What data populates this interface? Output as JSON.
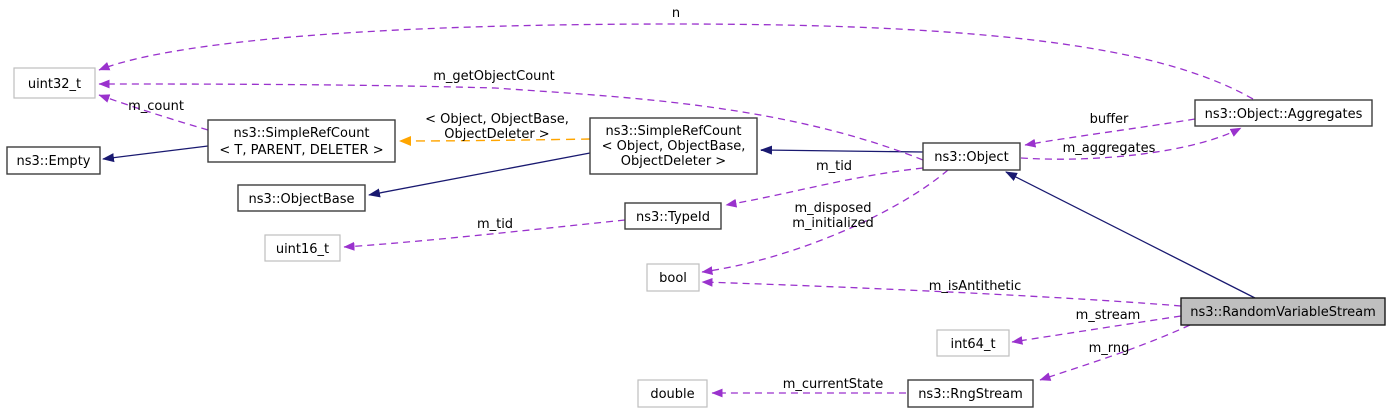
{
  "diagram": {
    "kind": "collaboration-graph",
    "focus_class": "ns3::RandomVariableStream",
    "colors": {
      "background": "#ffffff",
      "inheritance_edge": "#191970",
      "usage_edge": "#9a32cd",
      "template_edge": "#ffa500",
      "class_node_border": "#3d3d3d",
      "primitive_node_border": "#bfbfbf",
      "focus_node_fill": "#bfbfbf",
      "node_fill": "#ffffff",
      "text": "#000000"
    },
    "nodes": {
      "uint32_t": {
        "label": "uint32_t",
        "type": "primitive"
      },
      "empty": {
        "label": "ns3::Empty",
        "type": "class"
      },
      "simple_ref_count_t": {
        "lines": [
          "ns3::SimpleRefCount",
          "< T, PARENT, DELETER >"
        ],
        "type": "class"
      },
      "simple_ref_count_object": {
        "lines": [
          "ns3::SimpleRefCount",
          "< Object, ObjectBase,",
          "ObjectDeleter >"
        ],
        "type": "class"
      },
      "object_base": {
        "label": "ns3::ObjectBase",
        "type": "class"
      },
      "type_id": {
        "label": "ns3::TypeId",
        "type": "class"
      },
      "uint16_t": {
        "label": "uint16_t",
        "type": "primitive"
      },
      "bool": {
        "label": "bool",
        "type": "primitive"
      },
      "object": {
        "label": "ns3::Object",
        "type": "class"
      },
      "aggregates": {
        "label": "ns3::Object::Aggregates",
        "type": "class"
      },
      "random_variable_stream": {
        "label": "ns3::RandomVariableStream",
        "type": "focus"
      },
      "int64_t": {
        "label": "int64_t",
        "type": "primitive"
      },
      "double": {
        "label": "double",
        "type": "primitive"
      },
      "rng_stream": {
        "label": "ns3::RngStream",
        "type": "class"
      }
    },
    "edges": {
      "n": {
        "label": "n",
        "from": "aggregates",
        "to": "uint32_t",
        "style": "usage"
      },
      "m_get_object_count": {
        "label": "m_getObjectCount",
        "from": "object",
        "to": "uint32_t",
        "style": "usage"
      },
      "m_count": {
        "label": "m_count",
        "from": "simple_ref_count_t",
        "to": "uint32_t",
        "style": "usage"
      },
      "template_args": {
        "lines": [
          "< Object, ObjectBase,",
          "ObjectDeleter >"
        ],
        "from": "simple_ref_count_object",
        "to": "simple_ref_count_t",
        "style": "template"
      },
      "buffer": {
        "label": "buffer",
        "from": "aggregates",
        "to": "object",
        "style": "usage"
      },
      "m_aggregates": {
        "label": "m_aggregates",
        "from": "object",
        "to": "aggregates",
        "style": "usage"
      },
      "m_tid_object": {
        "label": "m_tid",
        "from": "object",
        "to": "type_id",
        "style": "usage"
      },
      "m_tid_type_id": {
        "label": "m_tid",
        "from": "type_id",
        "to": "uint16_t",
        "style": "usage"
      },
      "m_disposed_initialized": {
        "lines": [
          "m_disposed",
          "m_initialized"
        ],
        "from": "object",
        "to": "bool",
        "style": "usage"
      },
      "m_is_antithetic": {
        "label": "m_isAntithetic",
        "from": "random_variable_stream",
        "to": "bool",
        "style": "usage"
      },
      "m_stream": {
        "label": "m_stream",
        "from": "random_variable_stream",
        "to": "int64_t",
        "style": "usage"
      },
      "m_rng": {
        "label": "m_rng",
        "from": "random_variable_stream",
        "to": "rng_stream",
        "style": "usage"
      },
      "m_current_state": {
        "label": "m_currentState",
        "from": "rng_stream",
        "to": "double",
        "style": "usage"
      },
      "inherit_srt_empty": {
        "from": "simple_ref_count_t",
        "to": "empty",
        "style": "inheritance"
      },
      "inherit_srco_object_base": {
        "from": "simple_ref_count_object",
        "to": "object_base",
        "style": "inheritance"
      },
      "inherit_object_srco": {
        "from": "object",
        "to": "simple_ref_count_object",
        "style": "inheritance"
      },
      "inherit_rvs_object": {
        "from": "random_variable_stream",
        "to": "object",
        "style": "inheritance"
      }
    }
  }
}
